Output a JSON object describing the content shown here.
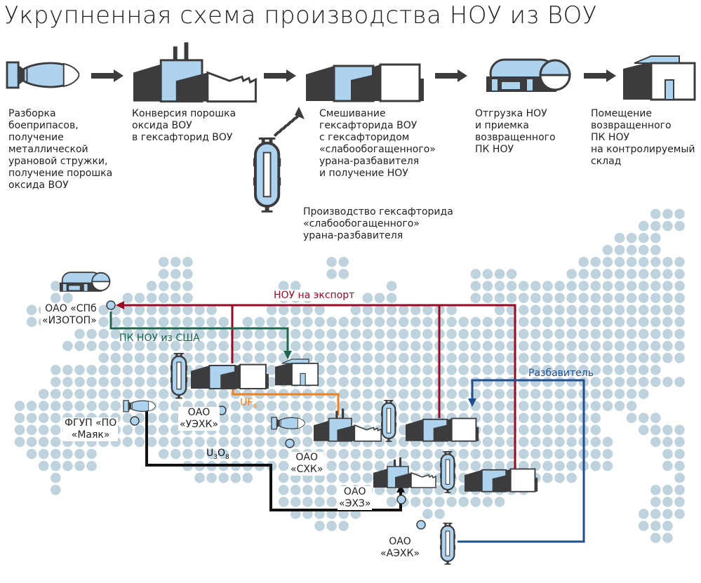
{
  "title": "Укрупненная схема производства НОУ из ВОУ",
  "colors": {
    "dot": "#bfd3df",
    "dark": "#3c3c3e",
    "light_blue": "#add3ef",
    "export_red": "#9b0a23",
    "pk_green": "#1e6650",
    "uf6_orange": "#f08020",
    "u3o8_black": "#111111",
    "diluent_blue": "#1f4f91"
  },
  "process_steps": [
    {
      "icon": "warhead-icon",
      "text": "Разборка\nбоеприпасов,\nполучение\nметаллической\nурановой стружки,\nполучение порошка\nоксида ВОУ"
    },
    {
      "icon": "conversion-plant-icon",
      "text": "Конверсия порошка\nоксида ВОУ\nв гексафторид ВОУ"
    },
    {
      "icon": "blending-plant-icon",
      "text": "Смешивание\nгексафторида ВОУ\nс гексафторидом\n«слабообогащенного»\nурана-разбавителя\nи получение НОУ"
    },
    {
      "icon": "container-tank-icon",
      "text": "Отгрузка НОУ\nи приемка\nвозвращенного\nПК НОУ"
    },
    {
      "icon": "warehouse-icon",
      "text": "Помещение\nвозвращенного\nПК НОУ\nна контролируемый\nсклад"
    }
  ],
  "side_step": {
    "icon": "enrichment-column-icon",
    "text": "Производство гексафторида\n«слабообогащенного»\nурана-разбавителя"
  },
  "sites": {
    "spb": "ОАО «СПб\n«ИЗОТОП»",
    "mayak": "ФГУП «ПО\n«Маяк»",
    "uekhk": "ОАО\n«УЭХК»",
    "skhk": "ОАО\n«СХК»",
    "ekhz": "ОАО\n«ЭХЗ»",
    "aekhk": "ОАО\n«АЭХК»"
  },
  "flows": {
    "export": "НОУ на экспорт",
    "pk_usa": "ПК НОУ из США",
    "uf6": "UF",
    "uf6_sub": "6",
    "u3o8_u": "U",
    "u3o8_sub1": "3",
    "u3o8_o": "O",
    "u3o8_sub2": "8",
    "diluent": "Разбавитель"
  }
}
